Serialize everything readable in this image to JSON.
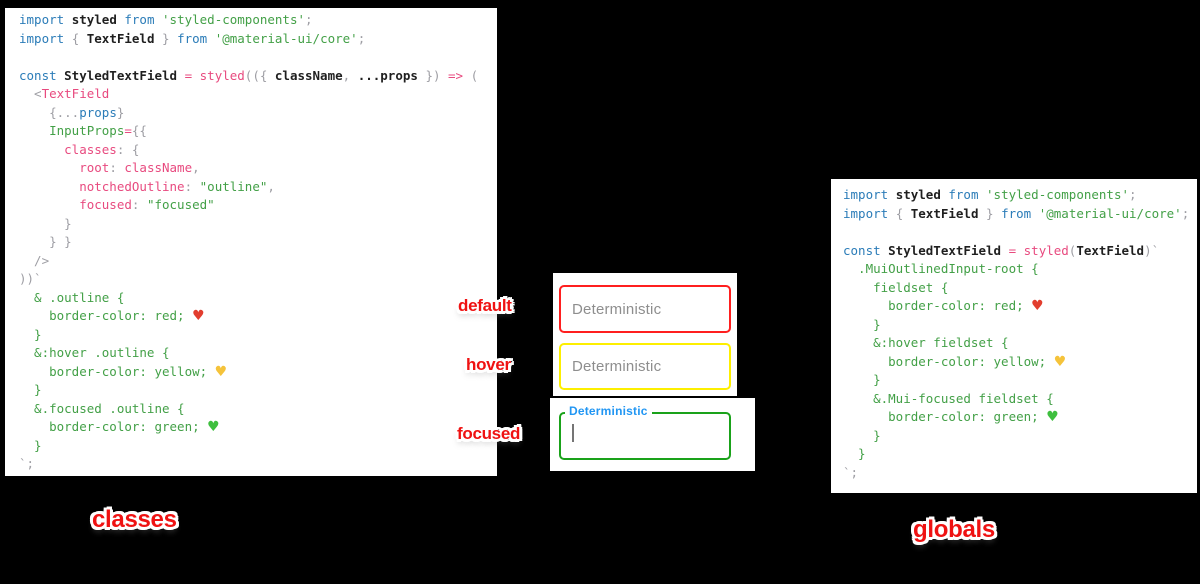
{
  "page": {
    "background": "#000000"
  },
  "syntax_colors": {
    "keyword": "#2b7cb8",
    "string": "#43a047",
    "accent": "#e84a7f",
    "punctuation": "#9e9ea4",
    "plain": "#1f1f1f",
    "heart_red": "#e23d2e",
    "heart_yellow": "#f5c33b",
    "heart_green": "#3fbf3f",
    "label_red": "#ef1212"
  },
  "state_labels": {
    "default": "default",
    "hover": "hover",
    "focused": "focused"
  },
  "captions": {
    "classes": "classes",
    "globals": "globals"
  },
  "textfields": {
    "default": {
      "placeholder": "Deterministic",
      "border_color": "#ff1f1f"
    },
    "hover": {
      "placeholder": "Deterministic",
      "border_color": "#fdef00"
    },
    "focused": {
      "label": "Deterministic",
      "border_color": "#1aa21a",
      "label_color": "#2196f3"
    }
  },
  "left_code": {
    "lines": [
      [
        [
          "kw",
          "import "
        ],
        [
          "id",
          "styled "
        ],
        [
          "kw",
          "from "
        ],
        [
          "str",
          "'styled-components'"
        ],
        [
          "pun",
          ";"
        ]
      ],
      [
        [
          "kw",
          "import "
        ],
        [
          "pun",
          "{ "
        ],
        [
          "id",
          "TextField "
        ],
        [
          "pun",
          "} "
        ],
        [
          "kw",
          "from "
        ],
        [
          "str",
          "'@material-ui/core'"
        ],
        [
          "pun",
          ";"
        ]
      ],
      [],
      [
        [
          "kw",
          "const "
        ],
        [
          "id",
          "StyledTextField "
        ],
        [
          "fn",
          "= "
        ],
        [
          "fn",
          "styled"
        ],
        [
          "pun",
          "(({ "
        ],
        [
          "id",
          "className"
        ],
        [
          "pun",
          ", "
        ],
        [
          "id",
          "...props "
        ],
        [
          "pun",
          "}) "
        ],
        [
          "fn",
          "=> "
        ],
        [
          "pun",
          "("
        ]
      ],
      [
        [
          "pun",
          "  <"
        ],
        [
          "fn",
          "TextField"
        ]
      ],
      [
        [
          "pun",
          "    {..."
        ],
        [
          "kw",
          "props"
        ],
        [
          "pun",
          "}"
        ]
      ],
      [
        [
          "str",
          "    InputProps"
        ],
        [
          "fn",
          "="
        ],
        [
          "pun",
          "{{"
        ]
      ],
      [
        [
          "fn",
          "      classes"
        ],
        [
          "pun",
          ": {"
        ]
      ],
      [
        [
          "fn",
          "        root"
        ],
        [
          "pun",
          ": "
        ],
        [
          "fn",
          "className"
        ],
        [
          "pun",
          ","
        ]
      ],
      [
        [
          "fn",
          "        notchedOutline"
        ],
        [
          "pun",
          ": "
        ],
        [
          "str",
          "\"outline\""
        ],
        [
          "pun",
          ","
        ]
      ],
      [
        [
          "fn",
          "        focused"
        ],
        [
          "pun",
          ": "
        ],
        [
          "str",
          "\"focused\""
        ]
      ],
      [
        [
          "pun",
          "      }"
        ]
      ],
      [
        [
          "pun",
          "    } }"
        ]
      ],
      [
        [
          "pun",
          "  />"
        ]
      ],
      [
        [
          "pun",
          "))`"
        ]
      ],
      [
        [
          "css",
          "  & .outline {"
        ]
      ],
      [
        [
          "css",
          "    border-color: red; "
        ],
        [
          "heart-red",
          "♥"
        ]
      ],
      [
        [
          "css",
          "  }"
        ]
      ],
      [
        [
          "css",
          "  &:hover .outline {"
        ]
      ],
      [
        [
          "css",
          "    border-color: yellow; "
        ],
        [
          "heart-yellow",
          "♥"
        ]
      ],
      [
        [
          "css",
          "  }"
        ]
      ],
      [
        [
          "css",
          "  &.focused .outline {"
        ]
      ],
      [
        [
          "css",
          "    border-color: green; "
        ],
        [
          "heart-green",
          "♥"
        ]
      ],
      [
        [
          "css",
          "  }"
        ]
      ],
      [
        [
          "pun",
          "`;"
        ]
      ]
    ]
  },
  "right_code": {
    "lines": [
      [
        [
          "kw",
          "import "
        ],
        [
          "id",
          "styled "
        ],
        [
          "kw",
          "from "
        ],
        [
          "str",
          "'styled-components'"
        ],
        [
          "pun",
          ";"
        ]
      ],
      [
        [
          "kw",
          "import "
        ],
        [
          "pun",
          "{ "
        ],
        [
          "id",
          "TextField "
        ],
        [
          "pun",
          "} "
        ],
        [
          "kw",
          "from "
        ],
        [
          "str",
          "'@material-ui/core'"
        ],
        [
          "pun",
          ";"
        ]
      ],
      [],
      [
        [
          "kw",
          "const "
        ],
        [
          "id",
          "StyledTextField "
        ],
        [
          "fn",
          "= "
        ],
        [
          "fn",
          "styled"
        ],
        [
          "pun",
          "("
        ],
        [
          "id",
          "TextField"
        ],
        [
          "pun",
          ")`"
        ]
      ],
      [
        [
          "css",
          "  .MuiOutlinedInput-root {"
        ]
      ],
      [
        [
          "css",
          "    fieldset {"
        ]
      ],
      [
        [
          "css",
          "      border-color: red; "
        ],
        [
          "heart-red",
          "♥"
        ]
      ],
      [
        [
          "css",
          "    }"
        ]
      ],
      [
        [
          "css",
          "    &:hover fieldset {"
        ]
      ],
      [
        [
          "css",
          "      border-color: yellow; "
        ],
        [
          "heart-yellow",
          "♥"
        ]
      ],
      [
        [
          "css",
          "    }"
        ]
      ],
      [
        [
          "css",
          "    &.Mui-focused fieldset {"
        ]
      ],
      [
        [
          "css",
          "      border-color: green; "
        ],
        [
          "heart-green",
          "♥"
        ]
      ],
      [
        [
          "css",
          "    }"
        ]
      ],
      [
        [
          "css",
          "  }"
        ]
      ],
      [
        [
          "pun",
          "`;"
        ]
      ]
    ]
  }
}
